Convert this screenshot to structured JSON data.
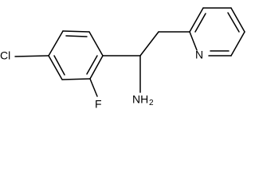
{
  "molecule": {
    "atom_labels": {
      "chlorine": "Cl",
      "fluorine": "F",
      "nitrogen_ring": "N",
      "amine_prefix": "NH",
      "amine_subscript": "2"
    },
    "colors": {
      "bond": "#000000",
      "label": "#000000",
      "background": "#ffffff"
    }
  }
}
